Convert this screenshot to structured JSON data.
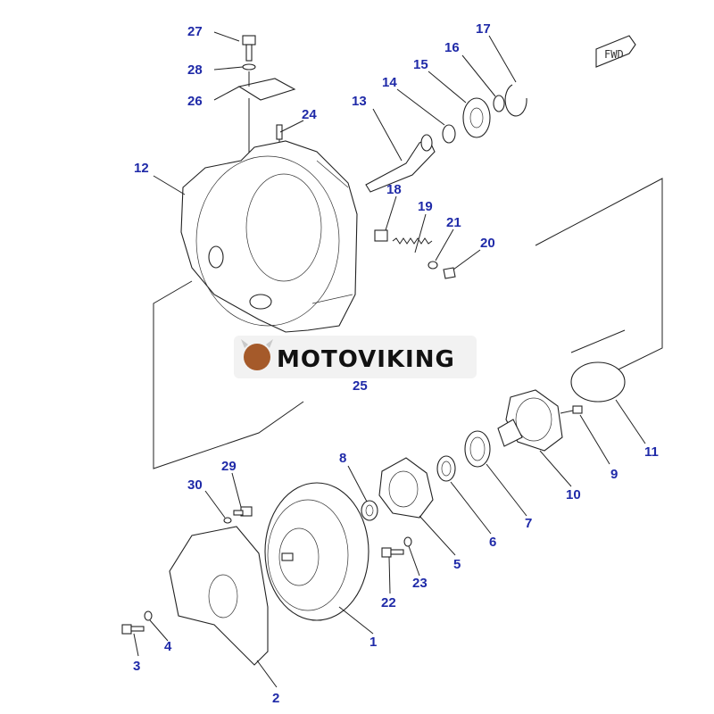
{
  "diagram": {
    "brand": "MOTOVIKING",
    "direction_marker": "FWD",
    "callouts": [
      "27",
      "28",
      "26",
      "24",
      "13",
      "14",
      "15",
      "16",
      "17",
      "12",
      "18",
      "19",
      "21",
      "20",
      "25",
      "8",
      "5",
      "6",
      "7",
      "10",
      "9",
      "11",
      "29",
      "30",
      "22",
      "23",
      "1",
      "3",
      "4",
      "2"
    ]
  }
}
